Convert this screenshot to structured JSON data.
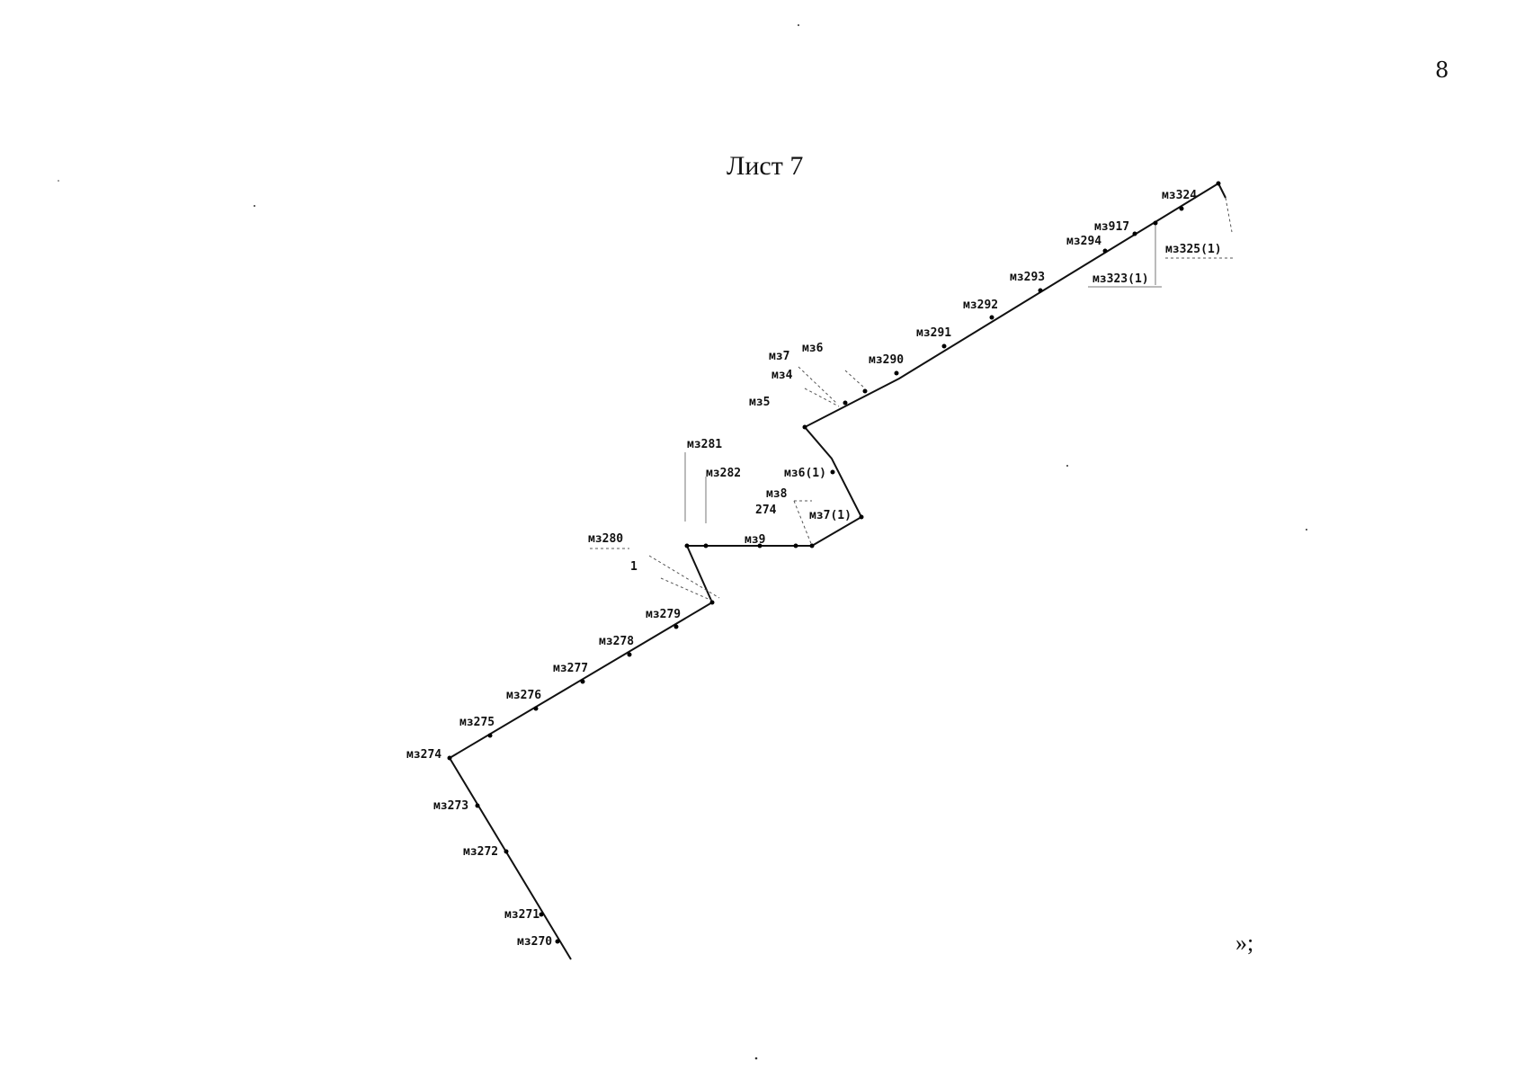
{
  "page_number": "8",
  "sheet_title": "Лист 7",
  "closing_mark": "»;",
  "labels": {
    "mz324": "мз324",
    "mz917": "мз917",
    "mz294": "мз294",
    "mz325_1": "мз325(1)",
    "mz323_1": "мз323(1)",
    "mz293": "мз293",
    "mz292": "мз292",
    "mz291": "мз291",
    "mz290": "мз290",
    "mz7": "мз7",
    "mz6": "мз6",
    "mz4": "мз4",
    "mz5": "мз5",
    "mz281": "мз281",
    "mz282": "мз282",
    "mz6_1": "мз6(1)",
    "mz8": "мз8",
    "n274": "274",
    "mz7_1": "мз7(1)",
    "mz280": "мз280",
    "mz9": "мз9",
    "n1": "1",
    "mz279": "мз279",
    "mz278": "мз278",
    "mz277": "мз277",
    "mz276": "мз276",
    "mz275": "мз275",
    "mz274": "мз274",
    "mz273": "мз273",
    "mz272": "мз272",
    "mz271": "мз271",
    "mz270": "мз270"
  }
}
